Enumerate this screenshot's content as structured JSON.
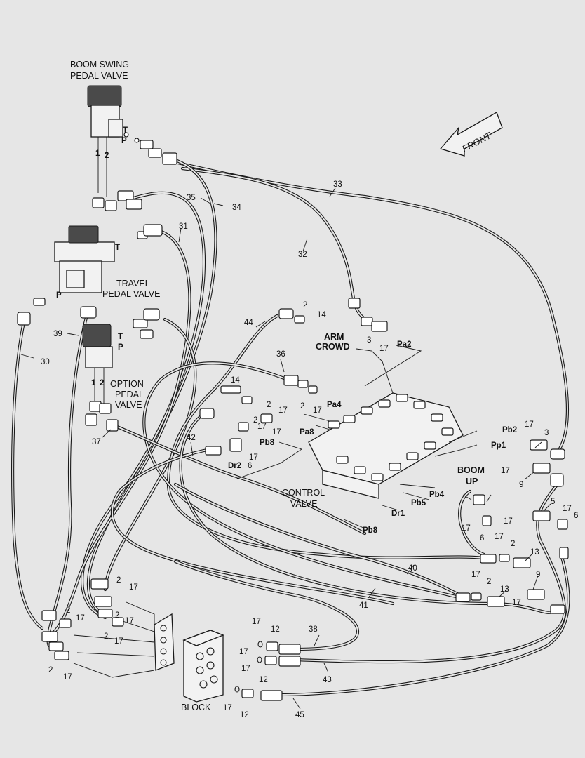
{
  "labels": {
    "boom_swing_line1": "BOOM SWING",
    "boom_swing_line2": "PEDAL VALVE",
    "travel_line1": "TRAVEL",
    "travel_line2": "PEDAL VALVE",
    "option_line1": "OPTION",
    "option_line2": "PEDAL",
    "option_line3": "VALVE",
    "control_line1": "CONTROL",
    "control_line2": "VALVE",
    "block": "BLOCK",
    "front": "FRONT",
    "arm_crowd_line1": "ARM",
    "arm_crowd_line2": "CROWD",
    "boom_up_line1": "BOOM",
    "boom_up_line2": "UP"
  },
  "ports": {
    "T": "T",
    "P": "P",
    "Pa2": "Pa2",
    "Pa4": "Pa4",
    "Pa8": "Pa8",
    "Pb8": "Pb8",
    "Dr2": "Dr2",
    "Pb2": "Pb2",
    "Pp1": "Pp1",
    "Pb4": "Pb4",
    "Pb5": "Pb5",
    "Dr1": "Dr1",
    "Pb8b": "Pb8"
  },
  "part_numbers": {
    "n1": "1",
    "n2": "2",
    "n3": "3",
    "n5": "5",
    "n6": "6",
    "n9": "9",
    "n12": "12",
    "n13": "13",
    "n14": "14",
    "n17": "17",
    "n30": "30",
    "n31": "31",
    "n32": "32",
    "n33": "33",
    "n34": "34",
    "n35": "35",
    "n36": "36",
    "n37": "37",
    "n38": "38",
    "n39": "39",
    "n40": "40",
    "n41": "41",
    "n42": "42",
    "n43": "43",
    "n44": "44",
    "n45": "45"
  },
  "colors": {
    "background": "#e6e6e6",
    "line": "#1a1a1a"
  }
}
